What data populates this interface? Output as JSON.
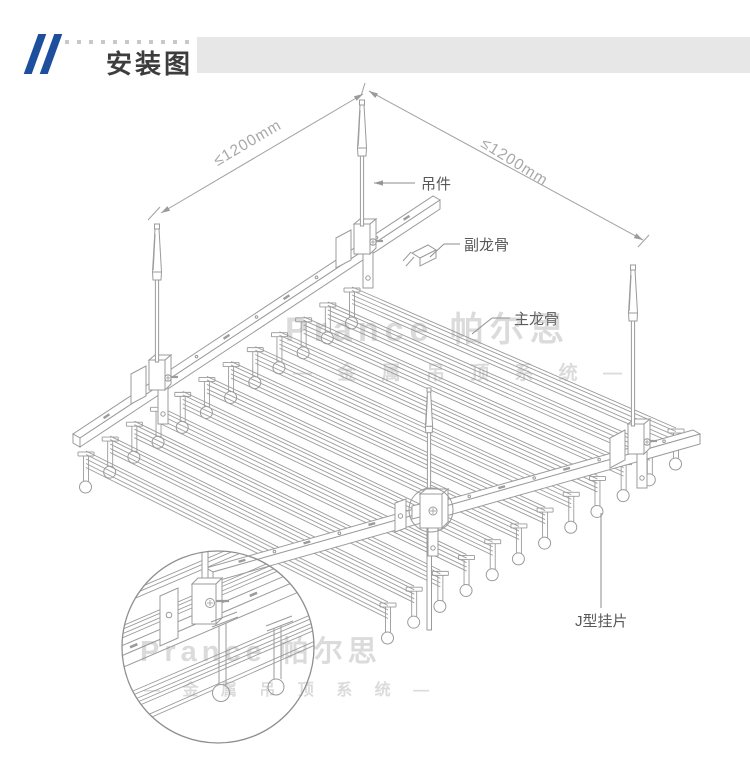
{
  "header": {
    "title": "安装图"
  },
  "diagram": {
    "labels": {
      "hanger": "吊件",
      "sub_keel": "副龙骨",
      "main_keel": "主龙骨",
      "j_clip": "J型挂片"
    },
    "dims": {
      "left": "≤1200mm",
      "right": "≤1200mm"
    }
  },
  "watermark": {
    "brand": "Prance 帕尔思",
    "tagline": "— 金 属 吊 顶 系 统 —"
  },
  "colors": {
    "accent_blue": "#1d4f9e",
    "header_bar": "#e7e7e7",
    "line": "#9b9b9b",
    "label_text": "#58595b",
    "dim_text": "#a8a8a8",
    "watermark_gray": "#919191"
  }
}
